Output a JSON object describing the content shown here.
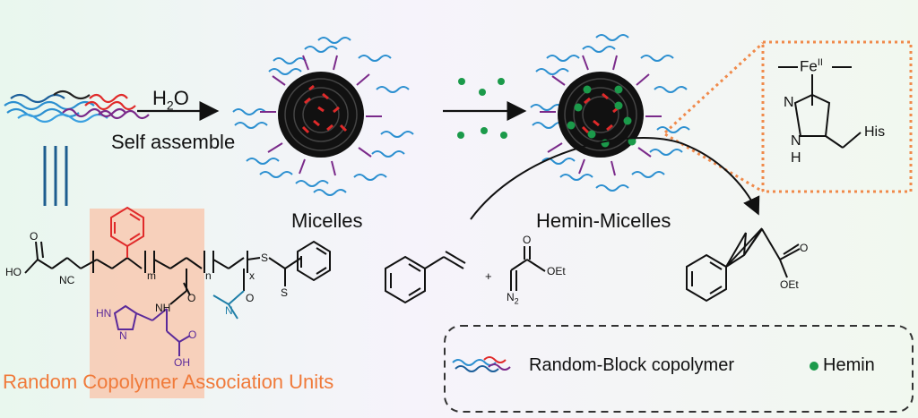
{
  "step1": {
    "arrow_label": "H2O",
    "arrow_sublabel": "Self assemble"
  },
  "micelles_label": "Micelles",
  "hemin_micelles_label": "Hemin-Micelles",
  "association_units_label": "Random Copolymer Association Units",
  "inset": {
    "metal": "Fe",
    "oxidation": "II",
    "ring_n1": "N",
    "ring_nh": "N",
    "ring_h": "H",
    "substituent": "His"
  },
  "polymer_structure": {
    "acid": "O",
    "acid_oh": "HO",
    "nitrile": "NC",
    "subscript_m": "m",
    "subscript_n": "n",
    "subscript_x": "x",
    "thio_s1": "S",
    "thio_s2": "S",
    "amide_o1": "O",
    "amide_nh": "NH",
    "imid_hn": "HN",
    "imid_n": "N",
    "acid_o": "O",
    "acid_oh2": "OH",
    "amide_o2": "O",
    "amide_n": "N"
  },
  "reaction": {
    "plus": "+",
    "diazo_o": "O",
    "diazo_oet": "OEt",
    "diazo_n2": "N",
    "diazo_n2_sub": "2",
    "product_o": "O",
    "product_oet": "OEt"
  },
  "legend": {
    "copolymer_label": "Random-Block copolymer",
    "hemin_label": "Hemin"
  },
  "colors": {
    "hydrophobic_red": "#e02a2a",
    "hydrophilic_blue": "#2b8fd0",
    "linker_purple": "#7a2a8a",
    "hemin_green": "#1b9a4a",
    "highlight_orange": "#f08a4b"
  }
}
